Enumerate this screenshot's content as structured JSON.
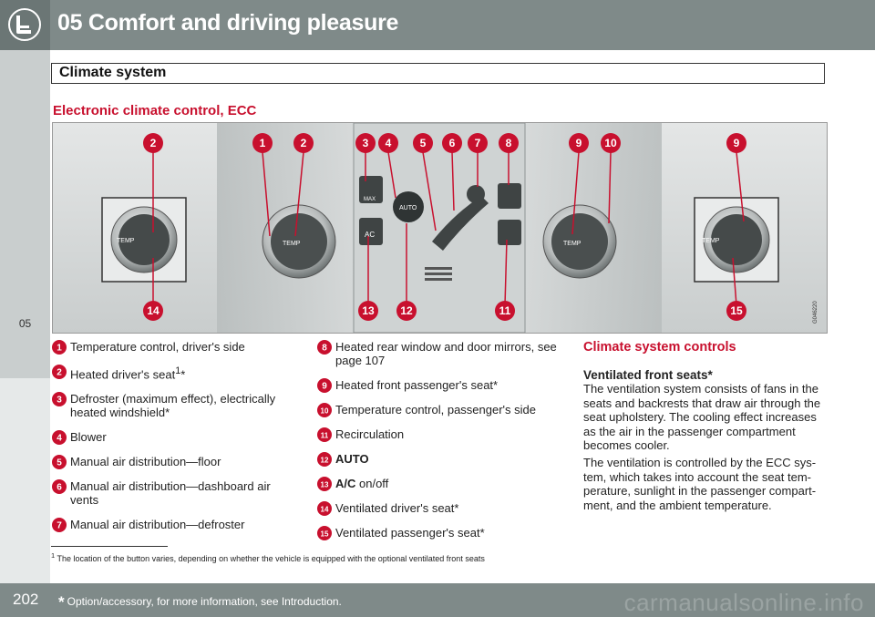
{
  "header": {
    "title": "05 Comfort and driving pleasure",
    "chapter": "05"
  },
  "section": {
    "title": "Climate system"
  },
  "subtitle": "Electronic climate control, ECC",
  "figure": {
    "code": "G046220",
    "auto_label": "AUTO",
    "temp_label": "TEMP",
    "max_label": "MAX",
    "ac_label": "AC",
    "callouts_top": [
      "2",
      "1",
      "2",
      "3",
      "4",
      "5",
      "6",
      "7",
      "8",
      "9",
      "10",
      "9"
    ],
    "callouts_bottom": [
      "14",
      "13",
      "12",
      "11",
      "15"
    ]
  },
  "legend_left": [
    {
      "n": "1",
      "text": "Temperature control, driver's side"
    },
    {
      "n": "2",
      "text": "Heated driver's seat",
      "sup": "1",
      "tail": "*"
    },
    {
      "n": "3",
      "text": "Defroster (maximum effect), electrically heated windshield*"
    },
    {
      "n": "4",
      "text": "Blower"
    },
    {
      "n": "5",
      "text": "Manual air distribution—floor"
    },
    {
      "n": "6",
      "text": "Manual air distribution—dashboard air vents"
    },
    {
      "n": "7",
      "text": "Manual air distribution—defroster"
    }
  ],
  "legend_mid": [
    {
      "n": "8",
      "text": "Heated rear window and door mirrors, see page 107"
    },
    {
      "n": "9",
      "text": "Heated front passenger's seat*"
    },
    {
      "n": "10",
      "text": "Temperature control, passenger's side"
    },
    {
      "n": "11",
      "text": "Recirculation"
    },
    {
      "n": "12",
      "strong": "AUTO",
      "text": ""
    },
    {
      "n": "13",
      "strong": "A/C",
      "text": " on/off"
    },
    {
      "n": "14",
      "text": "Ventilated driver's seat*"
    },
    {
      "n": "15",
      "text": "Ventilated passenger's seat*"
    }
  ],
  "controls": {
    "heading": "Climate system controls",
    "subheading": "Ventilated front seats*",
    "para1": "The ventilation system consists of fans in the seats and backrests that draw air through the seat upholstery. The cooling effect increases as the air in the passenger compartment becomes cooler.",
    "para2": "The ventilation is controlled by the ECC sys-tem, which takes into account the seat tem-perature, sunlight in the passenger compart-ment, and the ambient temperature."
  },
  "footnote": {
    "mark": "1",
    "text": "The location of the button varies, depending on whether the vehicle is equipped with the optional ventilated front seats"
  },
  "footer": {
    "page": "202",
    "star": "*",
    "note": "Option/accessory, for more information, see Introduction.",
    "watermark": "carmanualsonline.info"
  },
  "colors": {
    "accent": "#c8102e",
    "bar": "#7f8a89"
  }
}
